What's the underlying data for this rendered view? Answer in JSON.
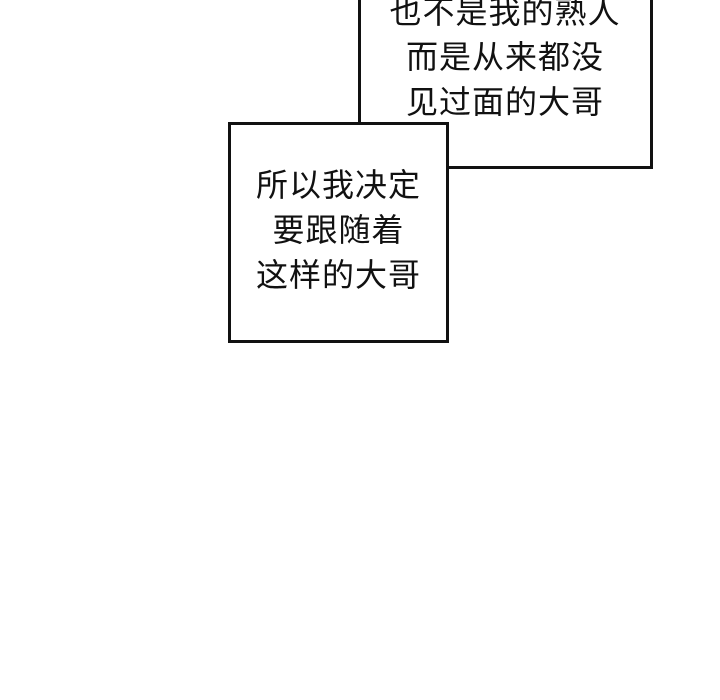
{
  "colors": {
    "background": "#ffffff",
    "border": "#111111",
    "text": "#111111"
  },
  "speech_bubbles": [
    {
      "lines": [
        "也不是我的熟人",
        "而是从来都没",
        "见过面的大哥"
      ]
    },
    {
      "lines": [
        "所以我决定",
        "要跟随着",
        "这样的大哥"
      ]
    }
  ]
}
